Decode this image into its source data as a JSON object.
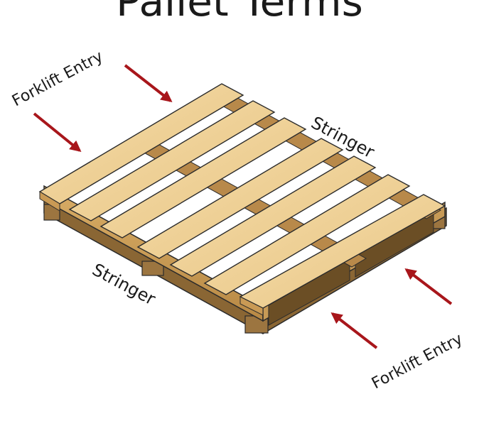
{
  "title": "Pallet Terms",
  "labels": {
    "forklift_entry_top": "Forklift Entry",
    "forklift_entry_bottom": "Forklift Entry",
    "stringer_top": "Stringer",
    "stringer_left": "Stringer"
  },
  "colors": {
    "wood_light": "#f1d49a",
    "wood_mid": "#e3bb74",
    "wood_dark": "#c99a55",
    "wood_shadow": "#7a5a2c",
    "outline": "#2b2b2b",
    "arrow": "#a8161b",
    "text": "#1a1a1a"
  }
}
